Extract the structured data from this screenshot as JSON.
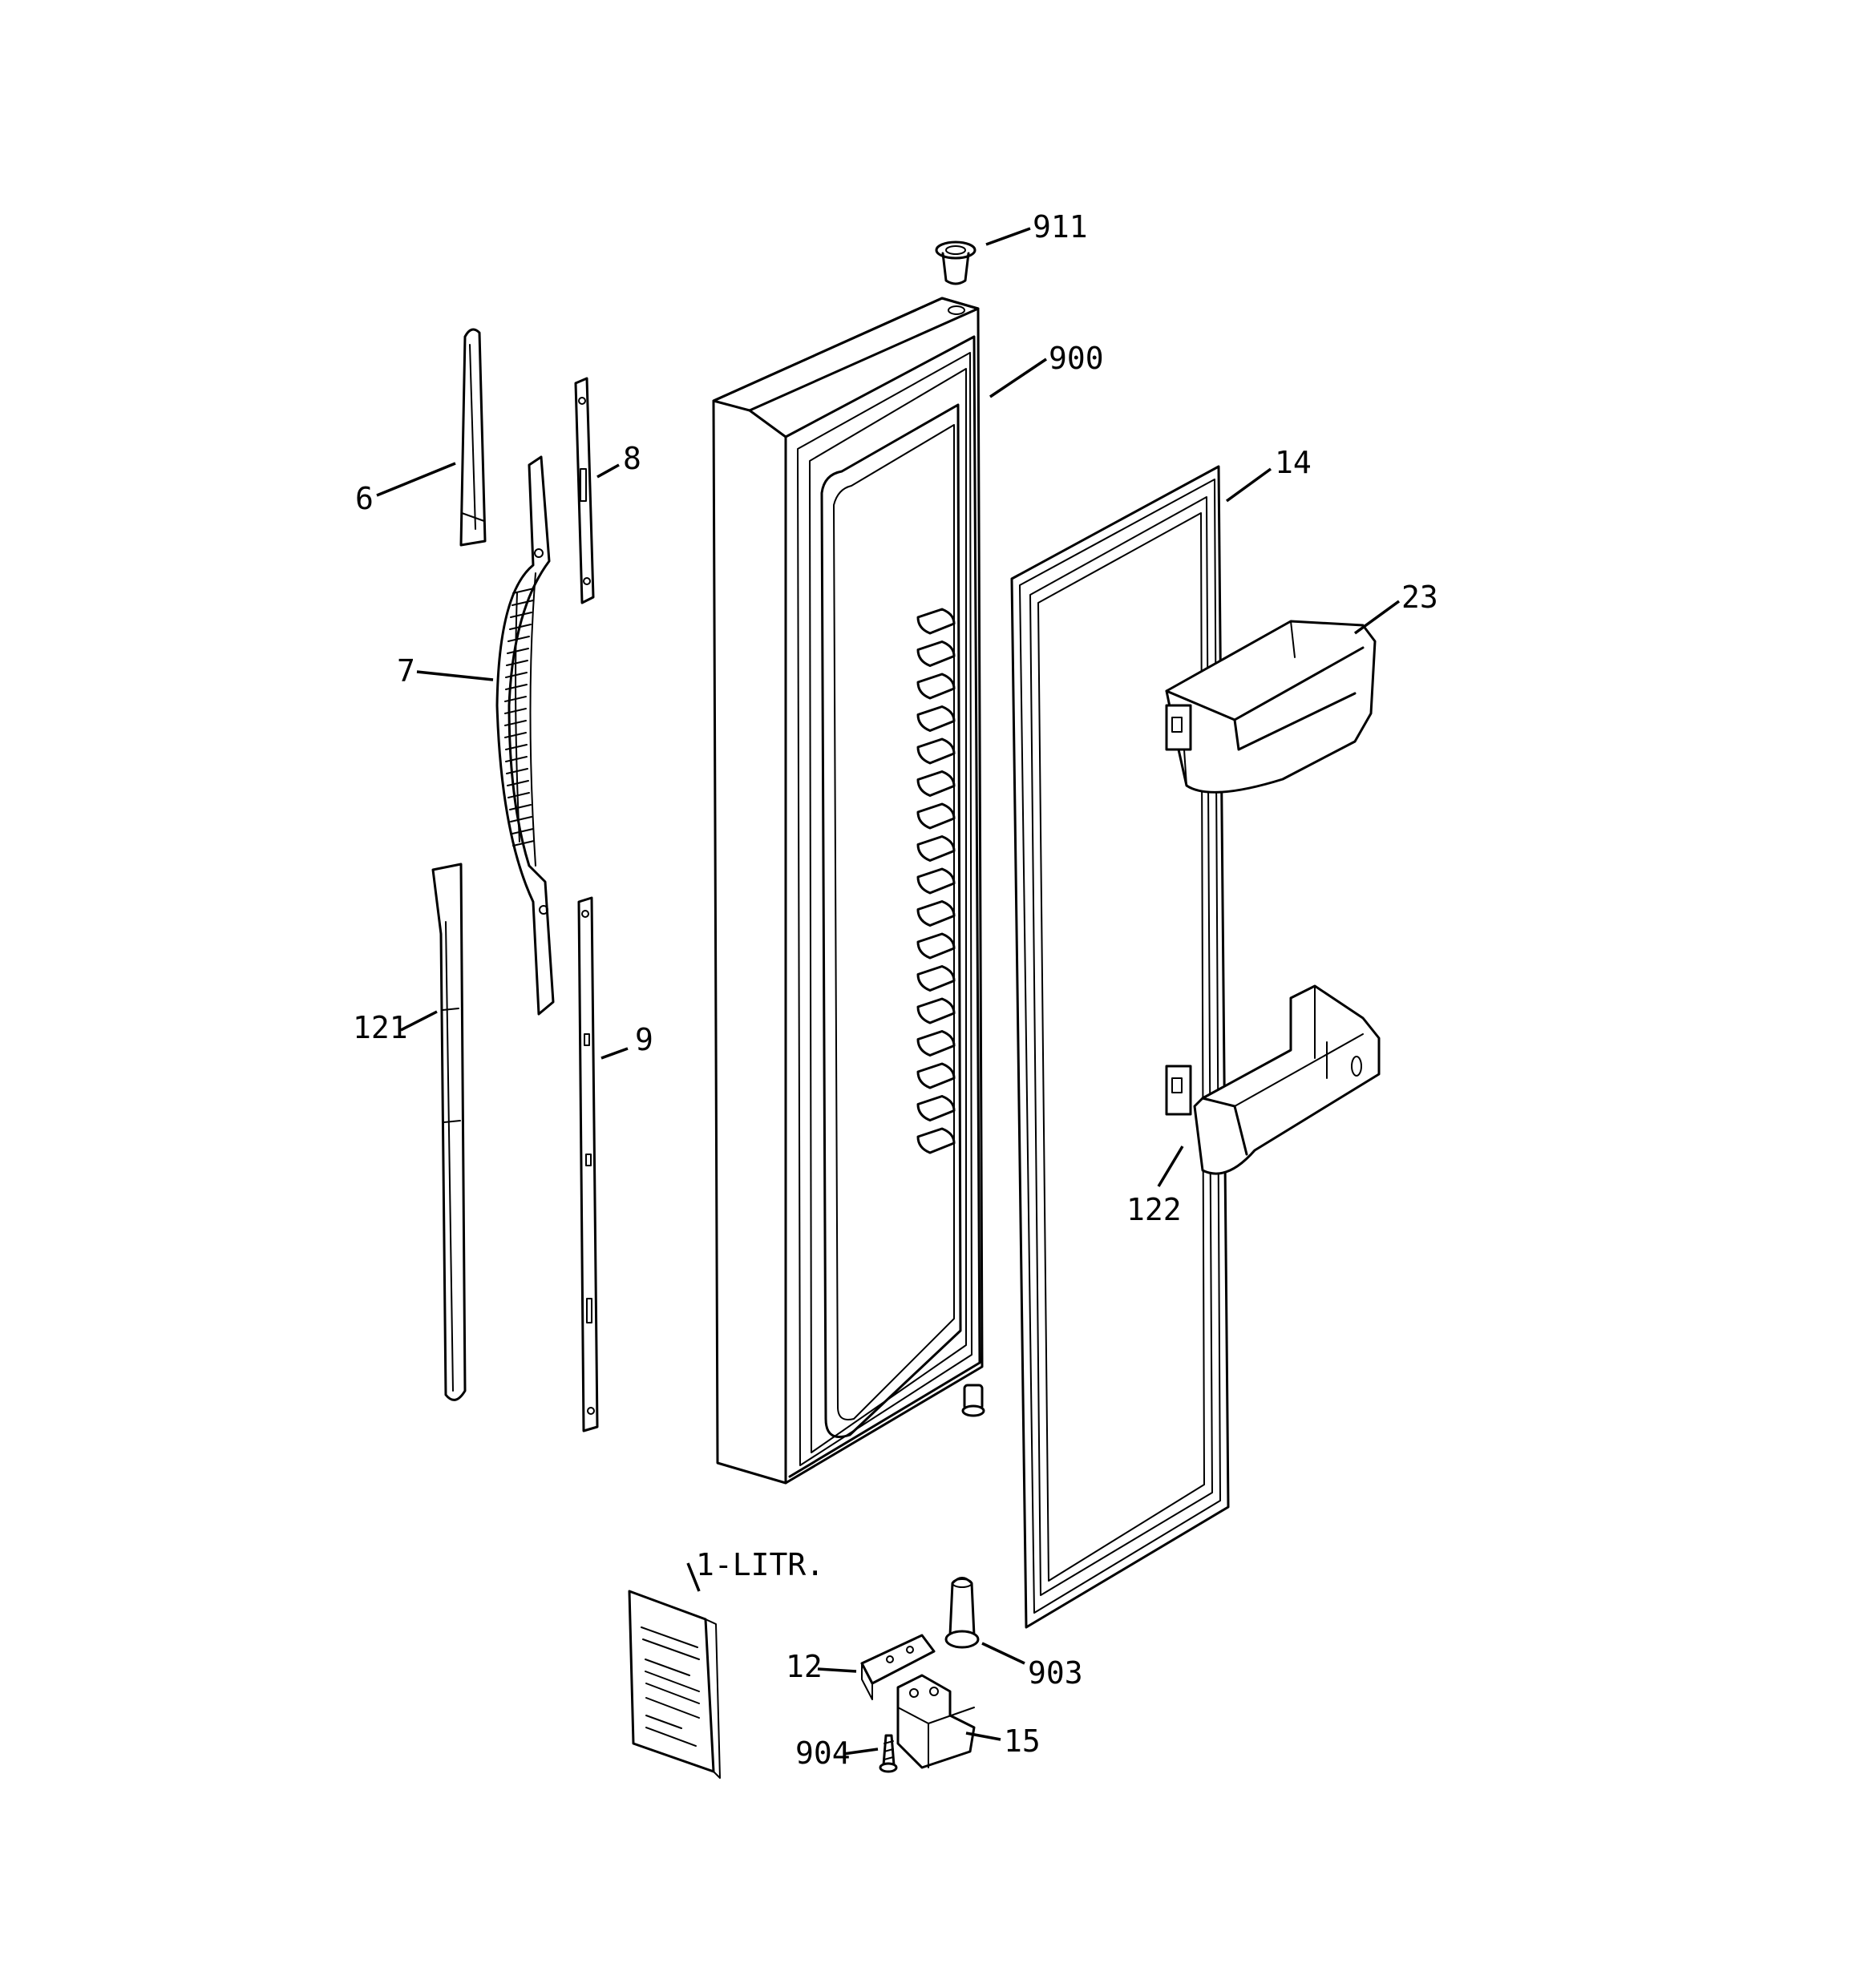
{
  "callouts": {
    "c911": "911",
    "c900": "900",
    "c8": "8",
    "c6": "6",
    "c14": "14",
    "c23": "23",
    "c7": "7",
    "c121": "121",
    "c9": "9",
    "c122": "122",
    "c1litr": "1-LITR.",
    "c12": "12",
    "c903": "903",
    "c904": "904",
    "c15": "15"
  }
}
